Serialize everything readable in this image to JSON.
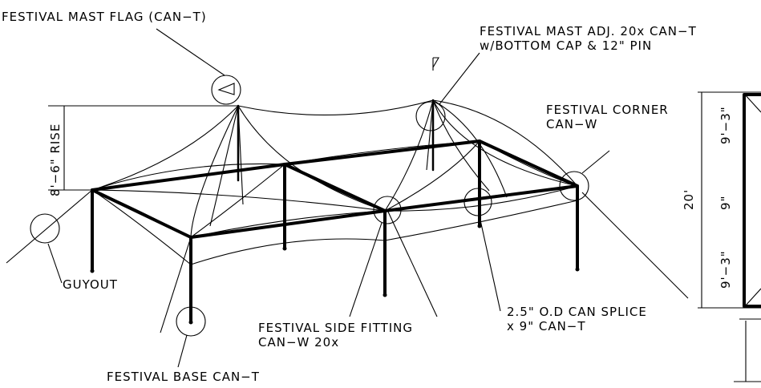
{
  "labels": {
    "mast_flag": "FESTIVAL MAST FLAG (CAN−T)",
    "mast_adj_line1": "FESTIVAL MAST ADJ. 20x CAN−T",
    "mast_adj_line2": "w/BOTTOM CAP & 12\" PIN",
    "corner_line1": "FESTIVAL CORNER",
    "corner_line2": "CAN−W",
    "guyout": "GUYOUT",
    "side_fitting_line1": "FESTIVAL SIDE FITTING",
    "side_fitting_line2": "CAN−W 20x",
    "splice_line1": "2.5\" O.D CAN SPLICE",
    "splice_line2": "x 9\" CAN−T",
    "base": "FESTIVAL BASE CAN−T"
  },
  "dimensions": {
    "rise": "8'−6\" RISE",
    "overall": "20'",
    "top": "9'−3\"",
    "middle": "9\"",
    "bottom": "9'−3\""
  }
}
